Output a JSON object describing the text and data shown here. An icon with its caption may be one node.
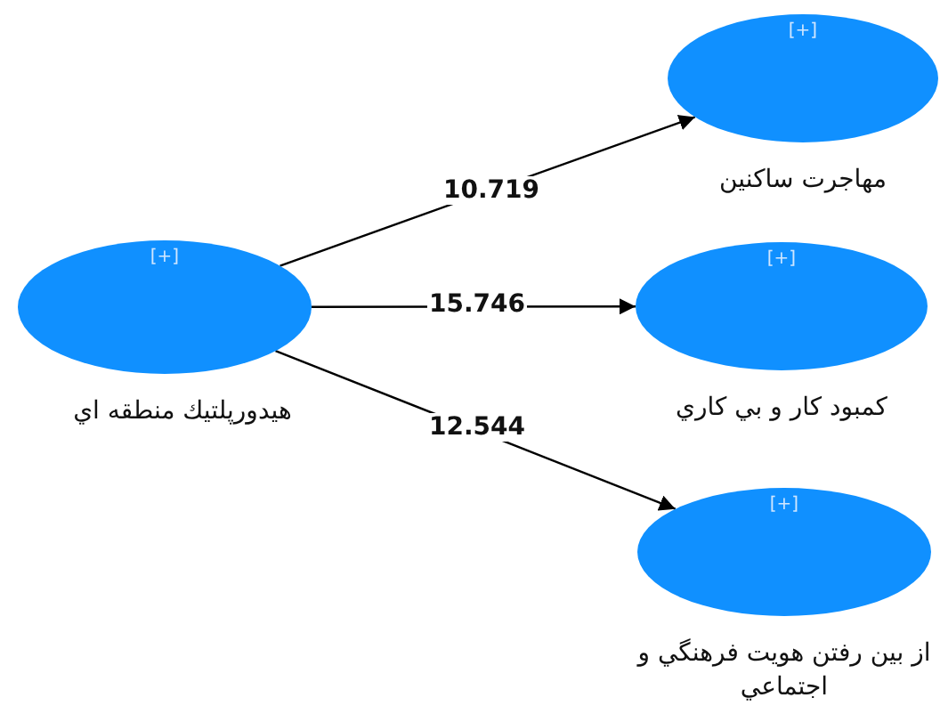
{
  "diagram": {
    "nodes": [
      {
        "text": [
          "[+]",
          "هيدورپلتيك منطقه اي"
        ]
      },
      {
        "text": [
          "[+]",
          "مهاجرت ساكنين"
        ]
      },
      {
        "text": [
          "[+]",
          "كمبود كار و بي كاري"
        ]
      },
      {
        "text": [
          "[+]",
          "از بين رفتن هويت فرهنگي و اجتماعي"
        ]
      }
    ],
    "edges": [
      {
        "from": 0,
        "to": 1,
        "arrow": "to",
        "label": "10.719"
      },
      {
        "from": 0,
        "to": 2,
        "arrow": "to",
        "label": "15.746"
      },
      {
        "from": 0,
        "to": 3,
        "arrow": "to",
        "label": "12.544"
      }
    ]
  }
}
